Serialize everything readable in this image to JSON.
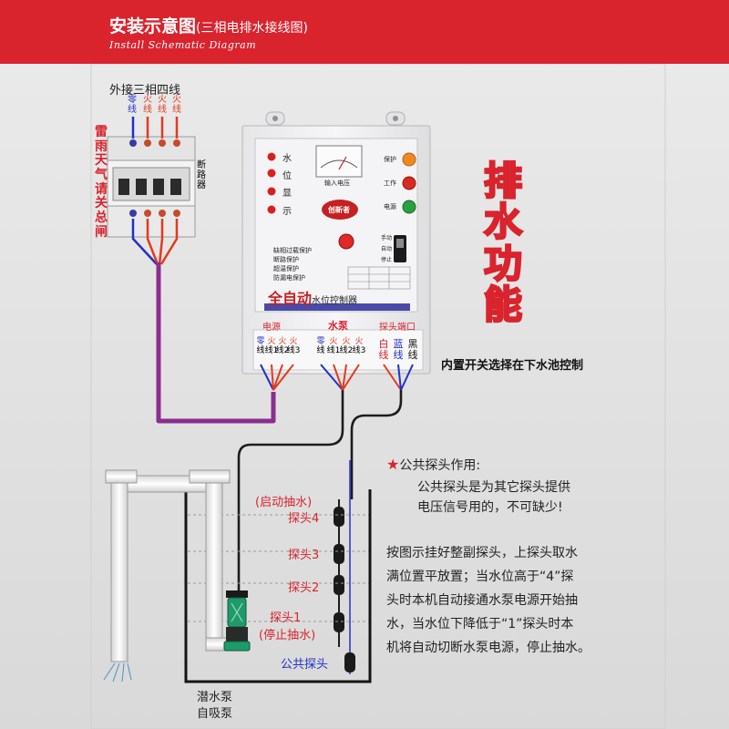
{
  "header": {
    "title": "安装示意图",
    "subtitle": "(三相电排水接线图)",
    "subtitle_en": "Install Schematic Diagram"
  },
  "breaker": {
    "caption": "外接三相四线",
    "wires": [
      "零线",
      "火线",
      "火线",
      "火线"
    ],
    "label": "断路器",
    "warning": "雷雨天气请关总闸"
  },
  "controller": {
    "meter_caption": "输入电压",
    "indicator_labels": [
      "水",
      "位",
      "显",
      "示"
    ],
    "status_labels": [
      "保护",
      "工作",
      "电源"
    ],
    "brand": "创新者",
    "mode_labels": [
      "手动",
      "自动",
      "停止"
    ],
    "features": [
      "缺相过载保护",
      "断路保护",
      "超温保护",
      "防漏电保护"
    ],
    "title": "全自动",
    "title_small": "水位控制器",
    "sections": {
      "power": "电源",
      "pump": "水泵",
      "probe": "探头端口"
    },
    "power_terms": [
      {
        "top": "零",
        "bottom": "线"
      },
      {
        "top": "火",
        "bottom": "线1"
      },
      {
        "top": "火",
        "bottom": "线2"
      },
      {
        "top": "火",
        "bottom": "线3"
      }
    ],
    "pump_terms": [
      {
        "top": "零",
        "bottom": "线"
      },
      {
        "top": "火",
        "bottom": "线1"
      },
      {
        "top": "火",
        "bottom": "线2"
      },
      {
        "top": "火",
        "bottom": "线3"
      }
    ],
    "probe_terms": [
      {
        "top": "白",
        "bottom": "线"
      },
      {
        "top": "蓝",
        "bottom": "线"
      },
      {
        "top": "黑",
        "bottom": "线"
      }
    ]
  },
  "function_label": "排水功能",
  "switch_note": "内置开关选择在下水池控制",
  "common_probe": {
    "star": "★",
    "title": "公共探头作用:",
    "line1": "公共探头是为其它探头提供",
    "line2": "电压信号用的，不可缺少!"
  },
  "instructions": [
    "按图示挂好整副探头，上探头取水",
    "满位置平放置；当水位高于“4”探",
    "头时本机自动接通水泵电源开始抽",
    "水，当水位下降低于“1”探头时本",
    "机将自动切断水泵电源，停止抽水。"
  ],
  "probes": {
    "start_pump": "(启动抽水)",
    "probe4": "探头4",
    "probe3": "探头3",
    "probe2": "探头2",
    "probe1": "探头1",
    "stop_pump": "(停止抽水)",
    "common": "公共探头"
  },
  "pump_label": {
    "line1": "潜水泵",
    "line2": "自吸泵"
  },
  "colors": {
    "accent_red": "#d9232d",
    "wire_blue": "#2330c8",
    "wire_red": "#e23a1e",
    "wire_purple": "#8a2f8e",
    "pump_green": "#1f9a6a"
  }
}
